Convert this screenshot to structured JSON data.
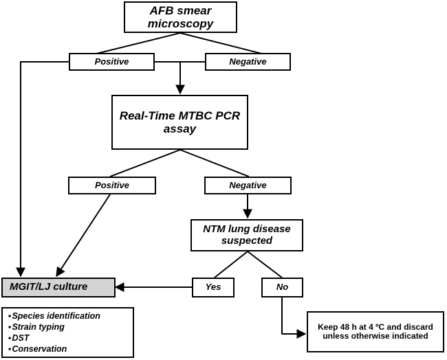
{
  "flowchart": {
    "afb_smear": "AFB smear\nmicroscopy",
    "positive_1": "Positive",
    "negative_1": "Negative",
    "pcr_assay": "Real-Time MTBC PCR\nassay",
    "positive_2": "Positive",
    "negative_2": "Negative",
    "ntm_suspected": "NTM lung disease\nsuspected",
    "yes": "Yes",
    "no": "No",
    "culture": "MGIT/LJ culture",
    "culture_uses": [
      "Species identification",
      "Strain typing",
      "DST",
      "Conservation"
    ],
    "keep_instruction": "Keep 48 h at 4 ºC and  discard\nunless otherwise indicated"
  },
  "colors": {
    "line": "#000000",
    "culture_fill": "#d4d4d4",
    "box_fill": "#ffffff"
  }
}
